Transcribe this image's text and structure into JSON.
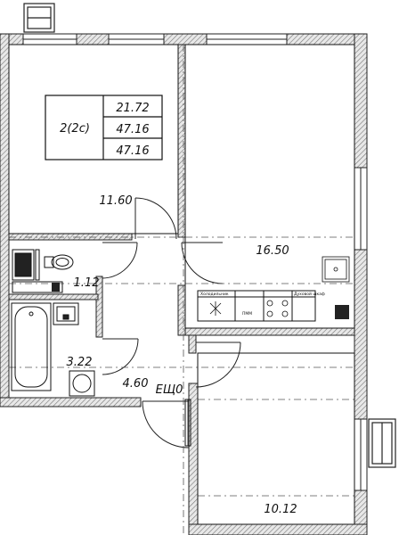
{
  "plan": {
    "apartment_type": "2(2с)",
    "areas": {
      "living": "21.72",
      "total": "47.16",
      "total_with_balcony": "47.16"
    },
    "rooms": {
      "bedroom": "11.60",
      "kitchen_living": "16.50",
      "toilet": "1.12",
      "bathroom": "3.22",
      "hallway": "4.60",
      "bedroom_small": "10.12"
    },
    "electric_panel": "ЕЩ0",
    "appliance_labels": {
      "fridge": "Холодильник",
      "dishwasher": "ПММ",
      "oven": "Духовой шкаф"
    },
    "colors": {
      "wall": "#2a2a2a",
      "wall_hatch": "#888888",
      "line": "#111111",
      "background": "#ffffff"
    }
  }
}
